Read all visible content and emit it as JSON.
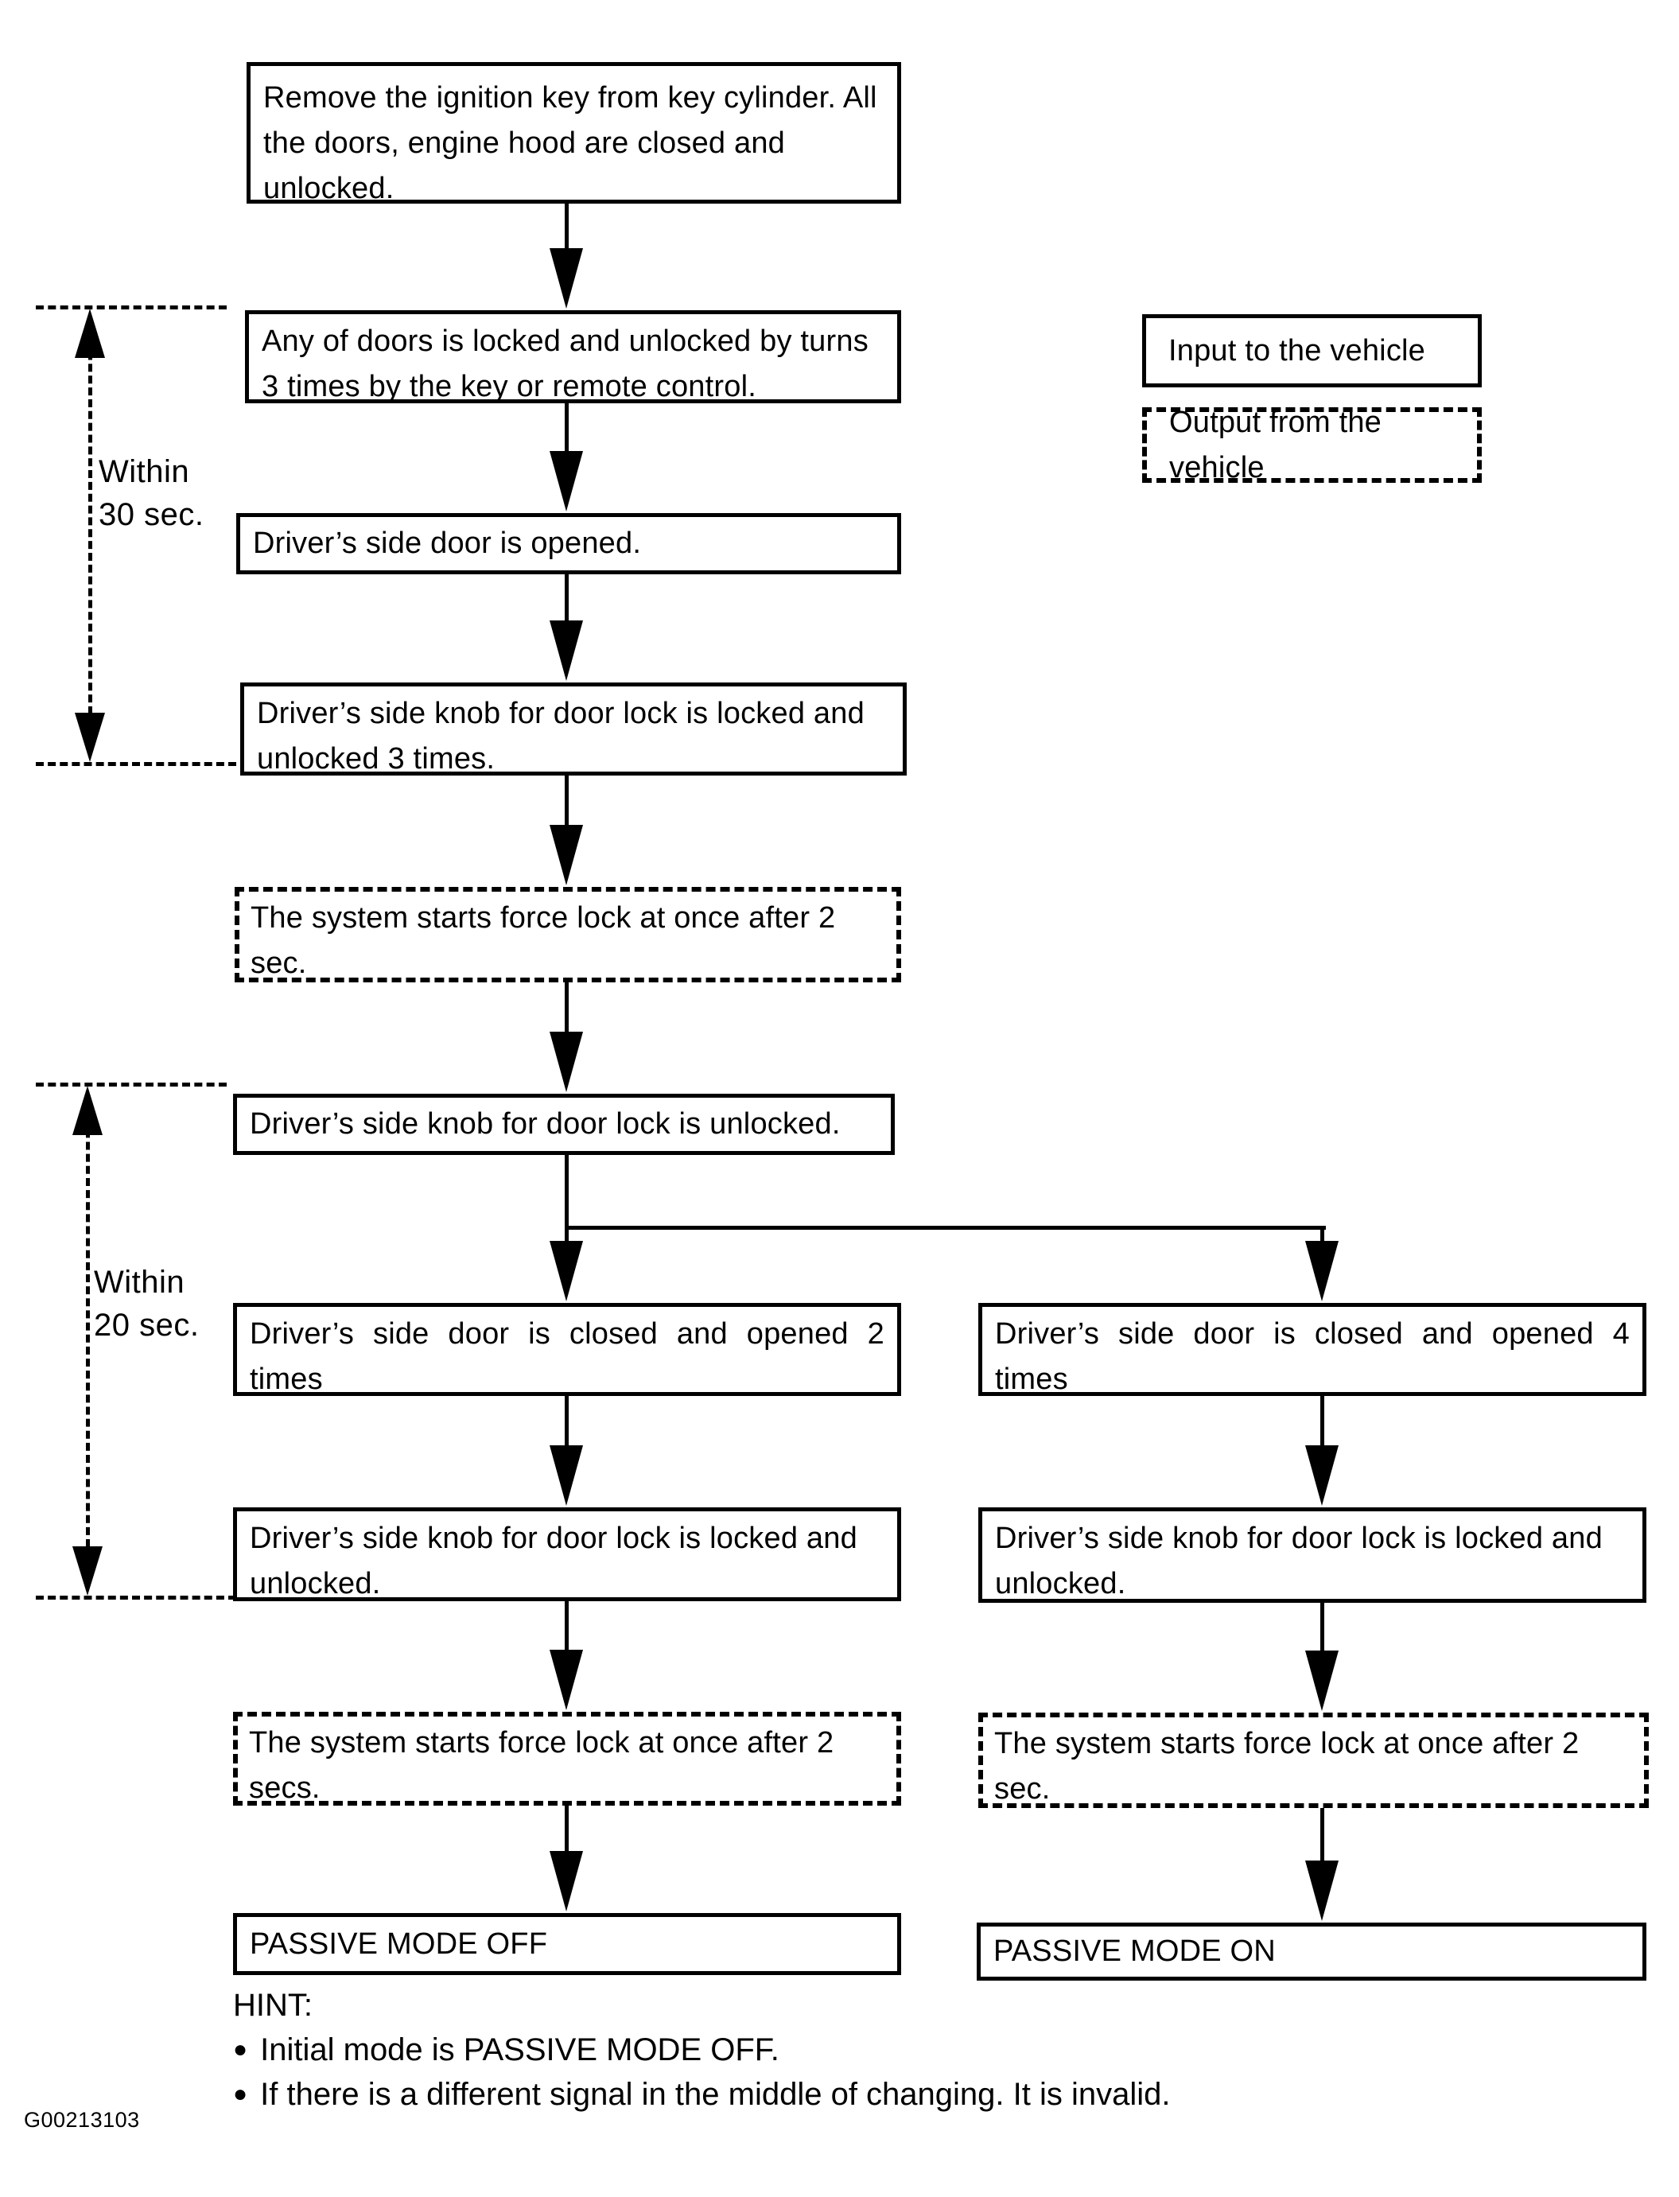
{
  "page": {
    "background": "#ffffff",
    "ink": "#000000"
  },
  "diagram": {
    "nodes": {
      "start": "Remove the ignition key from key cylinder. All the doors, engine hood are closed and unlocked.",
      "any_door_3_times": "Any of doors is locked and unlocked by turns 3 times by the key or remote control.",
      "driver_door_opened": "Driver’s side door is opened.",
      "knob_locked_unlocked_3_times": "Driver’s side knob for door lock is locked and unlocked 3 times.",
      "force_lock_2sec": "The system starts force lock at once after 2 sec.",
      "knob_unlocked": "Driver’s side knob for door lock is unlocked.",
      "door_closed_opened_2": "Driver’s side door is closed and opened 2 times",
      "door_closed_opened_4": "Driver’s side door is closed and opened 4 times",
      "knob_locked_unlocked_left": "Driver’s side knob for door lock is locked and unlocked.",
      "knob_locked_unlocked_right": "Driver’s side knob for door lock is locked and unlocked.",
      "force_lock_2secs_left": "The system starts force lock at once after 2 secs.",
      "force_lock_2sec_right": "The system starts force lock at once after 2 sec.",
      "passive_mode_off": "PASSIVE MODE OFF",
      "passive_mode_on": "PASSIVE MODE ON"
    },
    "legend": {
      "input": "Input to the vehicle",
      "output": "Output from the vehicle"
    },
    "timers": {
      "within_30": {
        "line1": "Within",
        "line2": "30 sec."
      },
      "within_20": {
        "line1": "Within",
        "line2": "20 sec."
      }
    },
    "hint": {
      "title": "HINT:",
      "bullet_glyph": "●",
      "bullets": [
        "Initial mode is PASSIVE MODE OFF.",
        "If there is a different signal in the middle of changing. It is invalid."
      ]
    },
    "figure_id": "G00213103"
  }
}
